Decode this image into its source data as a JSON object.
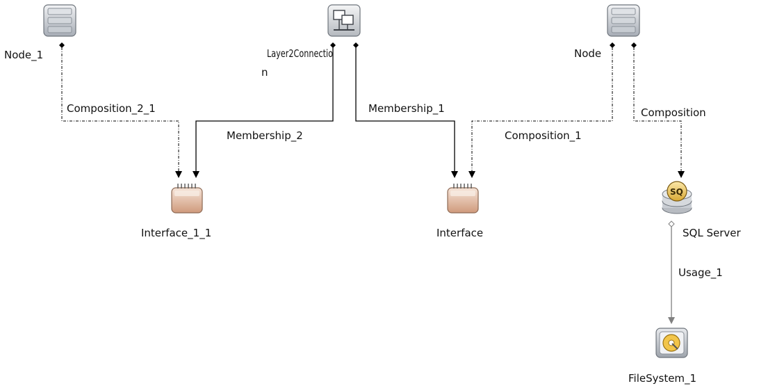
{
  "nodes": {
    "node_1": {
      "label": "Node_1",
      "icon": "server-icon"
    },
    "layer2": {
      "label_line1": "Layer2Connectio",
      "label_line2": "n",
      "icon": "network-connection-icon"
    },
    "node": {
      "label": "Node",
      "icon": "server-icon"
    },
    "interface_1_1": {
      "label": "Interface_1_1",
      "icon": "network-interface-icon"
    },
    "interface": {
      "label": "Interface",
      "icon": "network-interface-icon"
    },
    "sql_server": {
      "label": "SQL Server",
      "icon": "sql-database-icon",
      "badge": "SQ"
    },
    "filesystem_1": {
      "label": "FileSystem_1",
      "icon": "disk-drive-icon"
    }
  },
  "edges": {
    "composition_2_1": {
      "label": "Composition_2_1",
      "style": "dash-dot"
    },
    "membership_2": {
      "label": "Membership_2",
      "style": "solid"
    },
    "membership_1": {
      "label": "Membership_1",
      "style": "solid"
    },
    "composition_1": {
      "label": "Composition_1",
      "style": "dash-dot"
    },
    "composition": {
      "label": "Composition",
      "style": "dash-dot"
    },
    "usage_1": {
      "label": "Usage_1",
      "style": "solid-gray"
    }
  },
  "colors": {
    "edge": "#000000",
    "usage_edge": "#808080",
    "interface_fill": "#e2b79c",
    "server_fill": "#c9cdd3",
    "sql_fill": "#e8c15a"
  }
}
